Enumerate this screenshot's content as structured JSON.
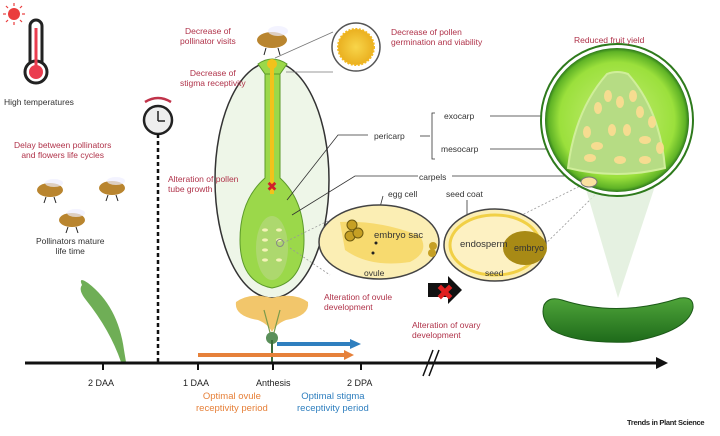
{
  "figure": {
    "credit": "Trends in Plant Science",
    "stressor": {
      "label": "High temperatures",
      "icon": "thermometer-sun-icon"
    },
    "phenology": {
      "delay_label": "Delay between pollinators\nand flowers life cycles",
      "pollinators_label": "Pollinators mature\nlife time",
      "icons": [
        "bee-icon",
        "bee-icon",
        "bee-icon",
        "clock-icon",
        "leaf-icon"
      ]
    },
    "effects": {
      "pollinator_visits": "Decrease of\npollinator visits",
      "stigma_receptivity": "Decrease of\nstigma receptivity",
      "pollen_germination": "Decrease of pollen\ngermination and viability",
      "pollen_tube": "Alteration of pollen\ntube growth",
      "ovule_development": "Alteration of ovule\ndevelopment",
      "ovary_development": "Alteration of ovary\ndevelopment",
      "fruit_yield": "Reduced fruit yield"
    },
    "structures": {
      "pericarp": "pericarp",
      "exocarp": "exocarp",
      "mesocarp": "mesocarp",
      "carpels": "carpels",
      "egg_cell": "egg cell",
      "embryo_sac": "embryo sac",
      "ovule": "ovule",
      "seed_coat": "seed coat",
      "endosperm": "endosperm",
      "embryo": "embryo",
      "seed": "seed"
    },
    "timeline": {
      "ticks": [
        "2 DAA",
        "1 DAA",
        "Anthesis",
        "2 DPA"
      ],
      "periods": [
        {
          "label": "Optimal ovule\nreceptivity period",
          "color": "#e6813a"
        },
        {
          "label": "Optimal stigma\nreceptivity period",
          "color": "#2f7fbf"
        }
      ]
    },
    "colors": {
      "accent_red": "#b0334a",
      "orange": "#e6813a",
      "blue": "#2f7fbf",
      "green_light": "#9bd84a",
      "green_dark": "#3f8f2a",
      "yellow": "#f4c533"
    }
  }
}
